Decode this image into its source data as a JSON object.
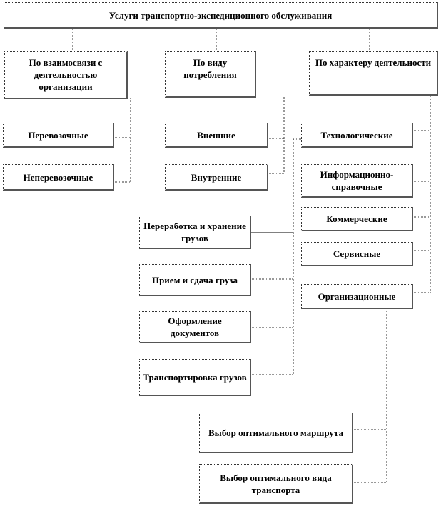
{
  "root": "Услуги транспортно-экспедиционного обслуживания",
  "categories": [
    "По взаимосвязи с деятельностью организации",
    "По виду потребления",
    "По характеру деятельности"
  ],
  "by_relation": [
    "Перевозочные",
    "Неперевозочные"
  ],
  "by_consumption": [
    "Внешние",
    "Внутренние"
  ],
  "by_activity": [
    "Технологические",
    "Информационно-справочные",
    "Коммерческие",
    "Сервисные",
    "Организационные"
  ],
  "technological": [
    "Переработка и хранение грузов",
    "Прием и сдача груза",
    "Оформление документов",
    "Транспортировка грузов"
  ],
  "organizational": [
    "Выбор оптимального маршрута",
    "Выбор оптимального вида транспорта"
  ]
}
